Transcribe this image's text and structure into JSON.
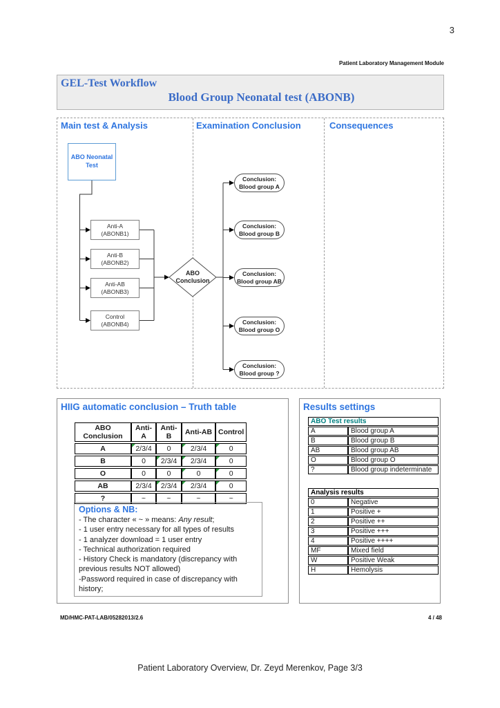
{
  "page": {
    "number": "3",
    "module_header": "Patient Laboratory Management Module",
    "footer_left": "MD/HMC-PAT-LAB/05282013/2.6",
    "footer_right": "4 / 48",
    "caption": "Patient Laboratory Overview, Dr. Zeyd Merenkov, Page 3/3"
  },
  "title": {
    "line1": "GEL-Test Workflow",
    "line2": "Blood Group Neonatal test (ABONB)"
  },
  "workflow": {
    "column_headers": [
      "Main test & Analysis",
      "Examination Conclusion",
      "Consequences"
    ],
    "start_box": {
      "line1": "ABO Neonatal",
      "line2": "Test"
    },
    "test_boxes": [
      {
        "line1": "Anti-A",
        "line2": "(ABONB1)"
      },
      {
        "line1": "Anti-B",
        "line2": "(ABONB2)"
      },
      {
        "line1": "Anti-AB",
        "line2": "(ABONB3)"
      },
      {
        "line1": "Control",
        "line2": "(ABONB4)"
      }
    ],
    "decision": {
      "line1": "ABO",
      "line2": "Conclusion"
    },
    "conclusions": [
      {
        "line1": "Conclusion:",
        "line2": "Blood group A"
      },
      {
        "line1": "Conclusion:",
        "line2": "Blood group B"
      },
      {
        "line1": "Conclusion:",
        "line2": "Blood group AB"
      },
      {
        "line1": "Conclusion:",
        "line2": "Blood group O"
      },
      {
        "line1": "Conclusion:",
        "line2": "Blood group ?"
      }
    ]
  },
  "truth_table": {
    "heading": "HIIG automatic conclusion – Truth table",
    "headers": [
      "ABO Conclusion",
      "Anti-A",
      "Anti-B",
      "Anti-AB",
      "Control"
    ],
    "rows": [
      {
        "label": "A",
        "values": [
          "2/3/4",
          "0",
          "2/3/4",
          "0"
        ],
        "marks": [
          true,
          false,
          true,
          true
        ]
      },
      {
        "label": "B",
        "values": [
          "0",
          "2/3/4",
          "2/3/4",
          "0"
        ],
        "marks": [
          false,
          true,
          true,
          true
        ]
      },
      {
        "label": "O",
        "values": [
          "0",
          "0",
          "0",
          "0"
        ],
        "marks": [
          false,
          false,
          true,
          true
        ]
      },
      {
        "label": "AB",
        "values": [
          "2/3/4",
          "2/3/4",
          "2/3/4",
          "0"
        ],
        "marks": [
          false,
          true,
          true,
          true
        ]
      },
      {
        "label": "?",
        "values": [
          "~",
          "~",
          "~",
          "~"
        ],
        "marks": [
          false,
          false,
          false,
          false
        ]
      }
    ]
  },
  "options": {
    "heading": "Options & NB:",
    "line1": {
      "prefix": "- The character « ~ » means: ",
      "italic": "Any result",
      "suffix": ";"
    },
    "lines": [
      "- 1 user entry necessary for all types of results",
      "- 1 analyzer download = 1 user entry",
      "- Technical authorization required",
      "- History Check is mandatory (discrepancy with previous results NOT allowed)",
      "-Password required in case of discrepancy with history;"
    ]
  },
  "results": {
    "heading": "Results settings",
    "abo_table": {
      "header": "ABO Test results",
      "rows": [
        [
          "A",
          "Blood group A"
        ],
        [
          "B",
          "Blood group B"
        ],
        [
          "AB",
          "Blood group AB"
        ],
        [
          "O",
          "Blood group O"
        ],
        [
          "?",
          "Blood group indeterminate"
        ]
      ]
    },
    "analysis_table": {
      "header": "Analysis results",
      "rows": [
        [
          "0",
          "Negative"
        ],
        [
          "1",
          "Positive +"
        ],
        [
          "2",
          "Positive ++"
        ],
        [
          "3",
          "Positive +++"
        ],
        [
          "4",
          "Positive ++++"
        ],
        [
          "MF",
          "Mixed field"
        ],
        [
          "W",
          "Positive Weak"
        ],
        [
          "H",
          "Hemolysis"
        ]
      ]
    }
  },
  "colors": {
    "heading_blue": "#2e75e0",
    "title_blue": "#3b6cc7",
    "table_header_teal": "#008080",
    "cell_mark_green": "#2f9e41"
  }
}
